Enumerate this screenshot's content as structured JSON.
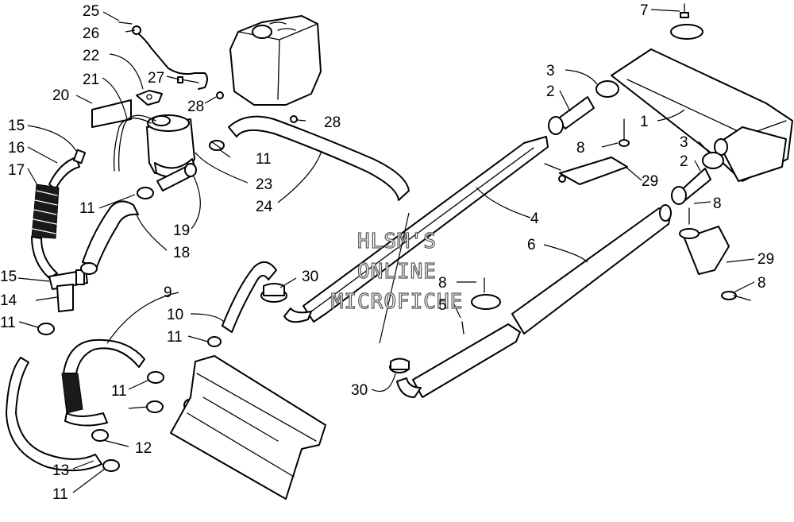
{
  "diagram": {
    "labels": [
      "25",
      "26",
      "22",
      "27",
      "28",
      "21",
      "20",
      "15",
      "16",
      "17",
      "11",
      "23",
      "24",
      "28",
      "19",
      "18",
      "11",
      "15",
      "14",
      "11",
      "9",
      "10",
      "11",
      "11",
      "12",
      "13",
      "11",
      "30",
      "30",
      "7",
      "3",
      "2",
      "1",
      "8",
      "3",
      "2",
      "29",
      "4",
      "6",
      "8",
      "8",
      "5",
      "29",
      "8"
    ],
    "watermark": [
      "HLSM'S",
      "ONLINE",
      "MICROFICHE"
    ]
  }
}
